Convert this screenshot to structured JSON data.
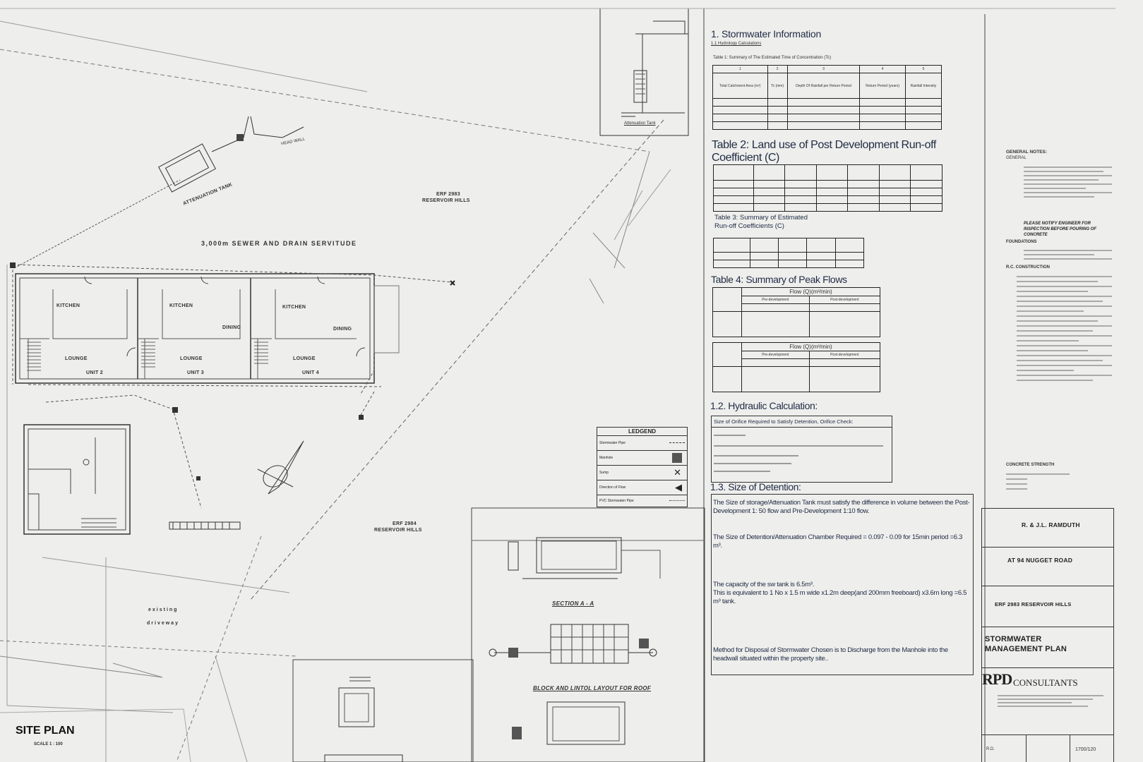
{
  "site_plan": {
    "title": "SITE PLAN",
    "scale": "SCALE 1 : 100",
    "servitude": "3,000m SEWER AND DRAIN SERVITUDE",
    "erf_north": [
      "ERF 2983",
      "RESERVOIR HILLS"
    ],
    "erf_south": [
      "ERF 2984",
      "RESERVOIR HILLS"
    ],
    "attenuation_tank": "ATTENUATION TANK",
    "head_wall": "HEAD WALL",
    "existing_driveway": [
      "existing",
      "driveway"
    ],
    "rooms": {
      "kitchen": "KITCHEN",
      "dining": "DINING",
      "lounge": "LOUNGE",
      "units": [
        "UNIT 2",
        "UNIT 3",
        "UNIT 4"
      ]
    }
  },
  "legend": {
    "title": "LEDGEND",
    "items": [
      "Stormwater Pipe",
      "Manhole",
      "Sump",
      "Direction of Flow",
      "PVC Stormwater Pipe"
    ]
  },
  "details": {
    "section_a": "SECTION A - A",
    "block_layout": "BLOCK AND LINTOL LAYOUT FOR ROOF",
    "inset_label": "Attenuation Tank"
  },
  "stormwater": {
    "title": "1. Stormwater Information",
    "subtitle": "1.1 Hydrology Calculations",
    "table1_title": "Table 1: Summary of The Estimated Time of Concentration (Tc)",
    "table1_headers": [
      "Total Catchment Area (m²)",
      "Tc (mm)",
      "Depth Of Rainfall per Return Period",
      "Return Period (years)",
      "Rainfall Intensity"
    ],
    "table2_title": "Table 2: Land use  of Post Development Run-off Coefficient (C)",
    "table3_title": "Table 3: Summary of Estimated Run-off Coefficients (C)",
    "table4_title": "Table 4: Summary of Peak Flows",
    "table4_flow": "Flow (Q)(m³/min)",
    "table4_pre": "Pre-development",
    "table4_post": "Post-development",
    "hydraulic_title": "1.2. Hydraulic Calculation:",
    "orifice_text": "Size of Orifice Required to Satisfy Detention, Orifice Check:",
    "detention_title": "1.3. Size of Detention:",
    "para1": "The Size of storage/Attenuation Tank must satisfy the difference in volume between the Post-Development 1: 50 flow and Pre-Development 1:10 flow.",
    "para2": "The Size of Detention/Attenuation Chamber Required = 0.097 - 0.09 for 15min period =6.3 m³.",
    "para3": "The  capacity of the sw tank is 6.5m³.\nThis  is equivalent to 1 No  x 1.5 m wide x1.2m deep(and 200mm  freeboard) x3.6m long =6.5 m³ tank.",
    "para4": "Method for Disposal of Stormwater Chosen is to Discharge from the Manhole into the headwall  situated within the property site.."
  },
  "notes": {
    "general": "GENERAL NOTES:",
    "general_sub": "GENERAL",
    "notify": "PLEASE NOTIFY ENGINEER FOR INSPECTION BEFORE POURING OF CONCRETE",
    "foundations": "FOUNDATIONS",
    "rc": "R.C. CONSTRUCTION",
    "concrete": "CONCRETE STRENGTH"
  },
  "title_block": {
    "client": "R. & J.L. RAMDUTH",
    "address": "AT 94 NUGGET ROAD",
    "erf": "ERF 2983 RESERVOIR HILLS",
    "drawing_title": "STORMWATER MANAGEMENT PLAN",
    "firm_logo": "RPD",
    "firm_name": "CONSULTANTS",
    "drawing_no": "1700/120",
    "drawn": "R.D."
  }
}
